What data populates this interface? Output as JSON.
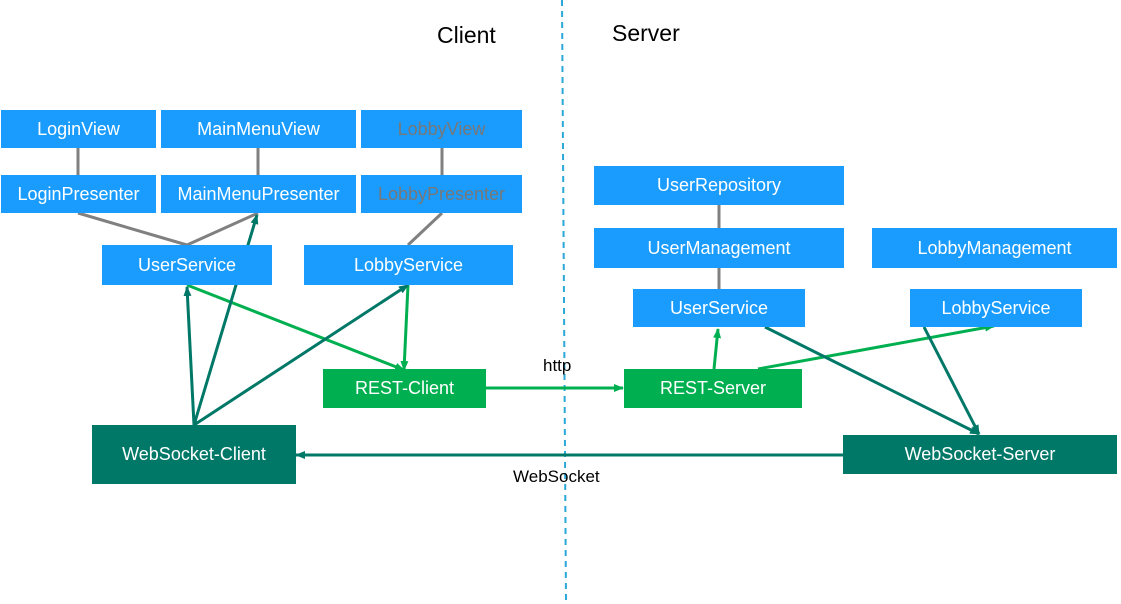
{
  "zones": {
    "client": "Client",
    "server": "Server"
  },
  "client": {
    "login_view": "LoginView",
    "main_menu_view": "MainMenuView",
    "lobby_view": "LobbyView",
    "login_presenter": "LoginPresenter",
    "main_menu_presenter": "MainMenuPresenter",
    "lobby_presenter": "LobbyPresenter",
    "user_service": "UserService",
    "lobby_service": "LobbyService",
    "rest_client": "REST-Client",
    "websocket_client": "WebSocket-Client"
  },
  "server": {
    "user_repository": "UserRepository",
    "user_management": "UserManagement",
    "lobby_management": "LobbyManagement",
    "user_service": "UserService",
    "lobby_service": "LobbyService",
    "rest_server": "REST-Server",
    "websocket_server": "WebSocket-Server"
  },
  "edges": {
    "http": "http",
    "websocket": "WebSocket"
  },
  "colors": {
    "component": "#1a9cff",
    "rest": "#00b050",
    "websocket": "#007868",
    "connector": "#808080",
    "boundary": "#2aa8d8"
  }
}
